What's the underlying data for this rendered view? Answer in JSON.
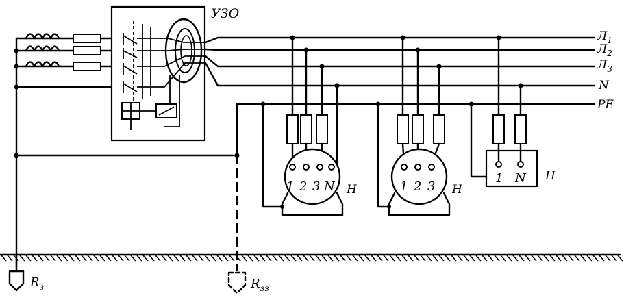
{
  "rcd": {
    "label": "УЗО"
  },
  "lines": {
    "l1": {
      "label": "Л",
      "sub": "1"
    },
    "l2": {
      "label": "Л",
      "sub": "2"
    },
    "l3": {
      "label": "Л",
      "sub": "3"
    },
    "n": {
      "label": "N"
    },
    "pe": {
      "label": "PE"
    }
  },
  "loads": [
    {
      "terminals": [
        "1",
        "2",
        "3",
        "N"
      ],
      "label": "Н"
    },
    {
      "terminals": [
        "1",
        "2",
        "3"
      ],
      "label": "Н"
    },
    {
      "terminals": [
        "1",
        "N"
      ],
      "label": "Н"
    }
  ],
  "grounds": {
    "main": {
      "label": "R",
      "sub": "з"
    },
    "repeat": {
      "label": "R",
      "sub": "зз"
    }
  }
}
